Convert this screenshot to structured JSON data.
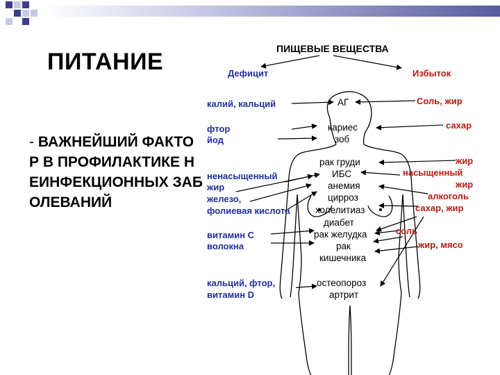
{
  "slide": {
    "title": "ПИТАНИЕ",
    "subtitle_dash": "-",
    "subtitle_text": "ВАЖНЕЙШИЙ ФАКТОР В ПРОФИЛАКТИКЕ НЕИНФЕКЦИОННЫХ ЗАБОЛЕВАНИЙ"
  },
  "diagram": {
    "header": "ПИЩЕВЫЕ ВЕЩЕСТВА",
    "deficit": "Дефицит",
    "excess": "Избыток",
    "deficit_labels": [
      "калий, кальций",
      "фтор",
      "йод",
      "ненасыщенный",
      "жир",
      "железо,",
      "фолиевая кислота",
      "витамин С",
      "волокна",
      "кальций, фтор,",
      "витамин D"
    ],
    "diseases": [
      "АГ",
      "кариес",
      "зоб",
      "рак груди",
      "ИБС",
      "анемия",
      "цирроз",
      "холелитиаз",
      "диабет",
      "рак желудка",
      "рак",
      "кишечника",
      "остеопороз",
      "артрит"
    ],
    "excess_labels": [
      "Соль, жир",
      "сахар",
      "жир",
      "насыщенный",
      "жир",
      "алкоголь",
      "сахар, жир",
      "соль",
      "жир, мясо"
    ]
  },
  "colors": {
    "deficit": "#1f2f9b",
    "excess": "#b31b10",
    "accent": "#3c3c8c"
  }
}
